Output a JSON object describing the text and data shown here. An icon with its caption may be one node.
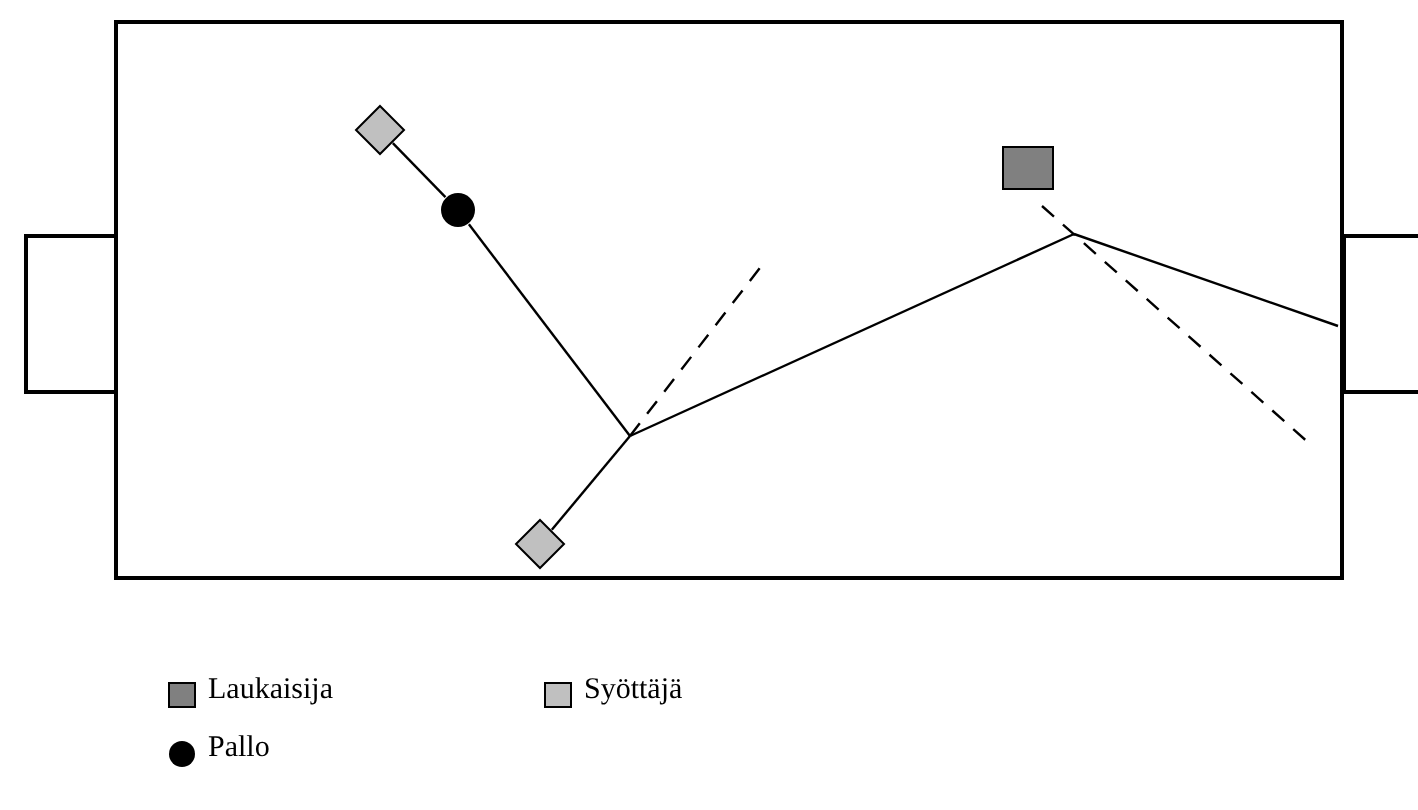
{
  "diagram": {
    "nodes": [
      {
        "text": [],
        "shape": "box"
      },
      {
        "text": [],
        "shape": "box"
      },
      {
        "text": [],
        "shape": "box"
      },
      {
        "text": [],
        "shape": "diamond",
        "in": 0
      },
      {
        "text": [],
        "shape": "circle",
        "in": 0
      },
      {
        "text": [],
        "shape": "box",
        "in": 0
      },
      {
        "text": [],
        "shape": "diamond",
        "in": 0
      }
    ],
    "edges": [
      {
        "from": 3,
        "to": 4,
        "arrow": "none"
      },
      {
        "from": 4,
        "to": null,
        "arrow": "none"
      },
      {
        "from": 6,
        "to": null,
        "arrow": "none"
      },
      {
        "from": null,
        "to": 2,
        "arrow": "none"
      }
    ],
    "legend": [
      {
        "text": "Laukaisija",
        "color": "#808080"
      },
      {
        "text": "Syöttäjä",
        "color": "#c0c0c0"
      },
      {
        "text": "Pallo",
        "color": "#000000"
      }
    ]
  }
}
